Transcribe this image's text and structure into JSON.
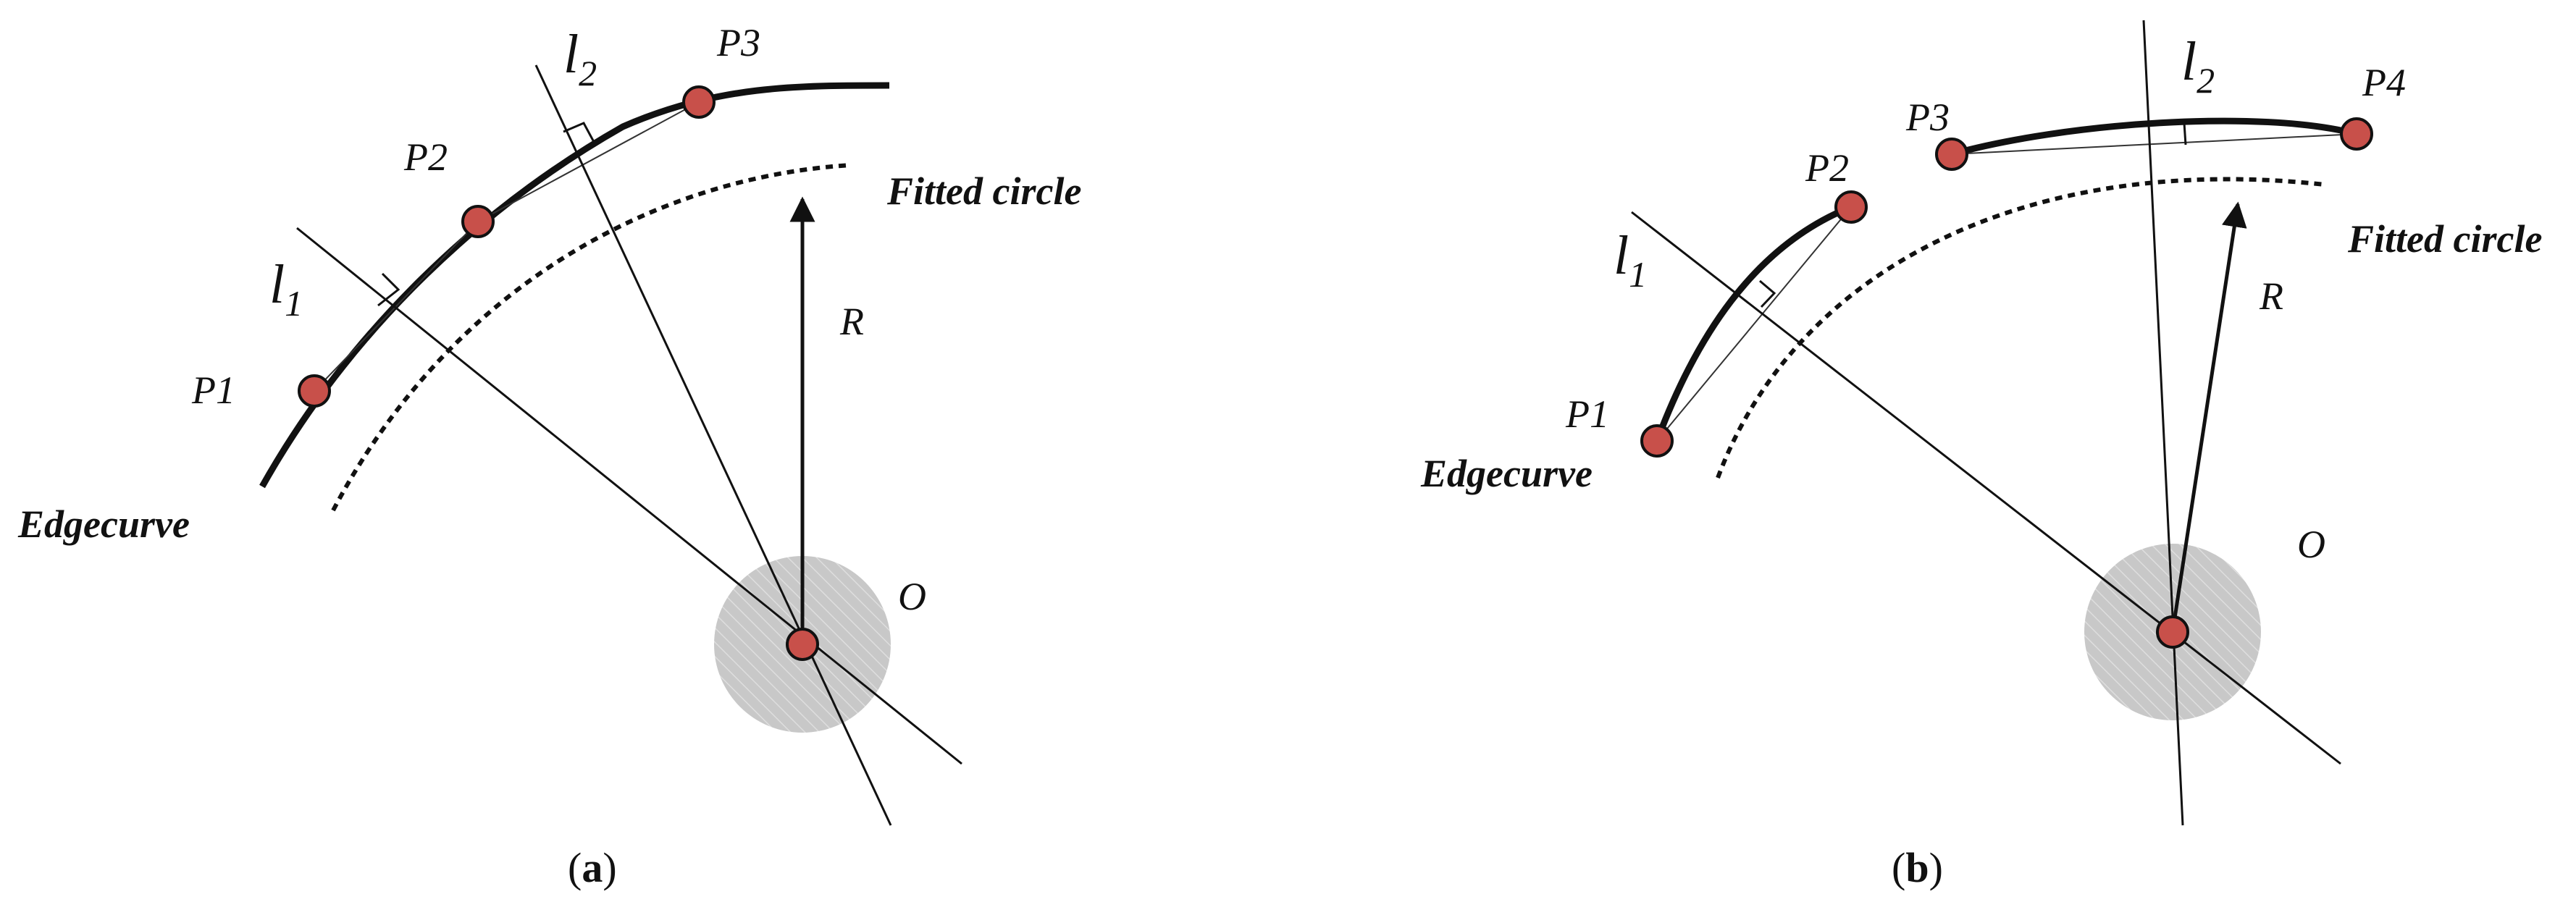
{
  "panel_a": {
    "label_l1": "l",
    "label_l1_sub": "1",
    "label_l2": "l",
    "label_l2_sub": "2",
    "label_p1": "P1",
    "label_p2": "P2",
    "label_p3": "P3",
    "label_fitted": "Fitted circle",
    "label_edge": "Edgecurve",
    "label_r": "R",
    "label_o": "O",
    "caption_open": "(",
    "caption_letter": "a",
    "caption_close": ")"
  },
  "panel_b": {
    "label_l1": "l",
    "label_l1_sub": "1",
    "label_l2": "l",
    "label_l2_sub": "2",
    "label_p1": "P1",
    "label_p2": "P2",
    "label_p3": "P3",
    "label_p4": "P4",
    "label_fitted": "Fitted circle",
    "label_edge": "Edgecurve",
    "label_r": "R",
    "label_o": "O",
    "caption_open": "(",
    "caption_letter": "b",
    "caption_close": ")"
  },
  "colors": {
    "point_fill": "#c8504a",
    "center_disk": "#c8c8c8",
    "stroke": "#111111"
  }
}
